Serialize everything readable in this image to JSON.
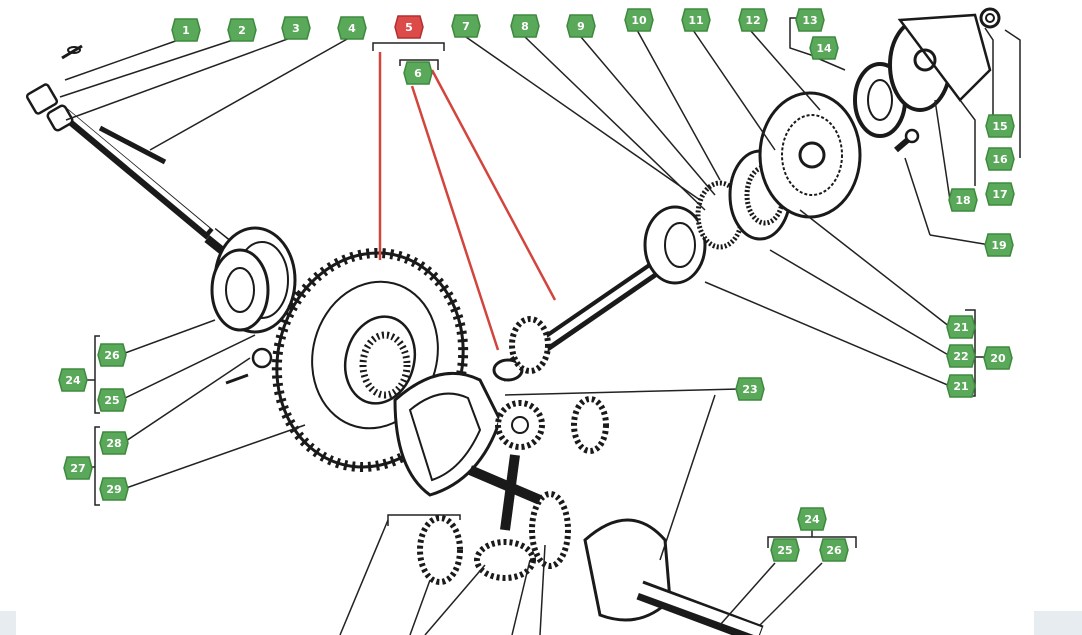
{
  "colors": {
    "badge_fill": "#5aa85a",
    "badge_stroke": "#3d8a3d",
    "badge_highlight_fill": "#dc4a4a",
    "badge_highlight_stroke": "#b23030",
    "leader": "#222222",
    "highlight_leader": "#d2443c",
    "part_ink": "#1a1a1a"
  },
  "labels": {
    "l1": "1",
    "l2": "2",
    "l3": "3",
    "l4": "4",
    "l5": "5",
    "l6": "6",
    "l7": "7",
    "l8": "8",
    "l9": "9",
    "l10": "10",
    "l11": "11",
    "l12": "12",
    "l13": "13",
    "l14": "14",
    "l15": "15",
    "l16": "16",
    "l17": "17",
    "l18": "18",
    "l19": "19",
    "l20": "20",
    "l21a": "21",
    "l22": "22",
    "l21b": "21",
    "l23": "23",
    "l24a": "24",
    "l26a": "26",
    "l25a": "25",
    "l27": "27",
    "l28": "28",
    "l29": "29",
    "l24b": "24",
    "l25b": "25",
    "l26b": "26"
  }
}
